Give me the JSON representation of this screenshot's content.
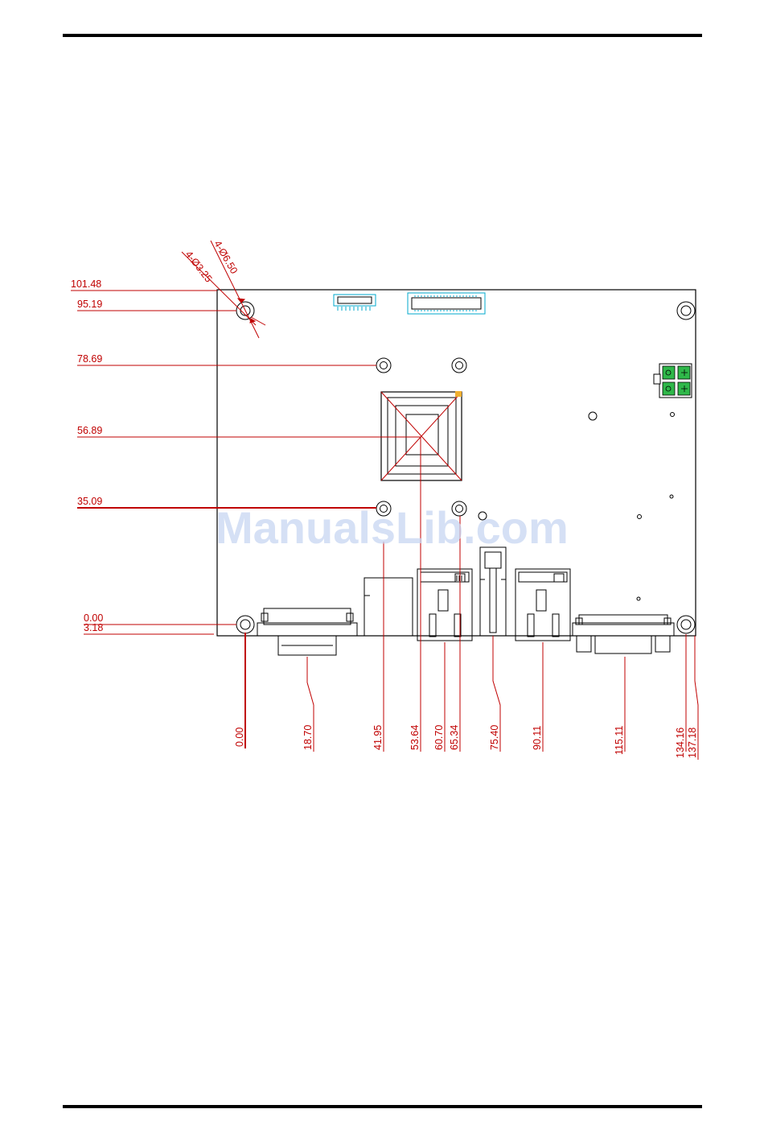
{
  "watermark": "ManualsLib.com",
  "hole_labels": [
    "4-Ø3.25",
    "4-Ø6.50"
  ],
  "vertical_dims": [
    "101.48",
    "95.19",
    "78.69",
    "56.89",
    "35.09",
    "0.00",
    "3.18"
  ],
  "horizontal_dims": [
    "0.00",
    "18.70",
    "41.95",
    "53.64",
    "60.70",
    "65.34",
    "75.40",
    "90.11",
    "115.11",
    "134.16",
    "137.18"
  ],
  "colors": {
    "dimension": "#c00000",
    "outline": "#000000",
    "connector": "#00aacc",
    "power": "#2fb84a",
    "watermark": "#c8d6f2"
  }
}
